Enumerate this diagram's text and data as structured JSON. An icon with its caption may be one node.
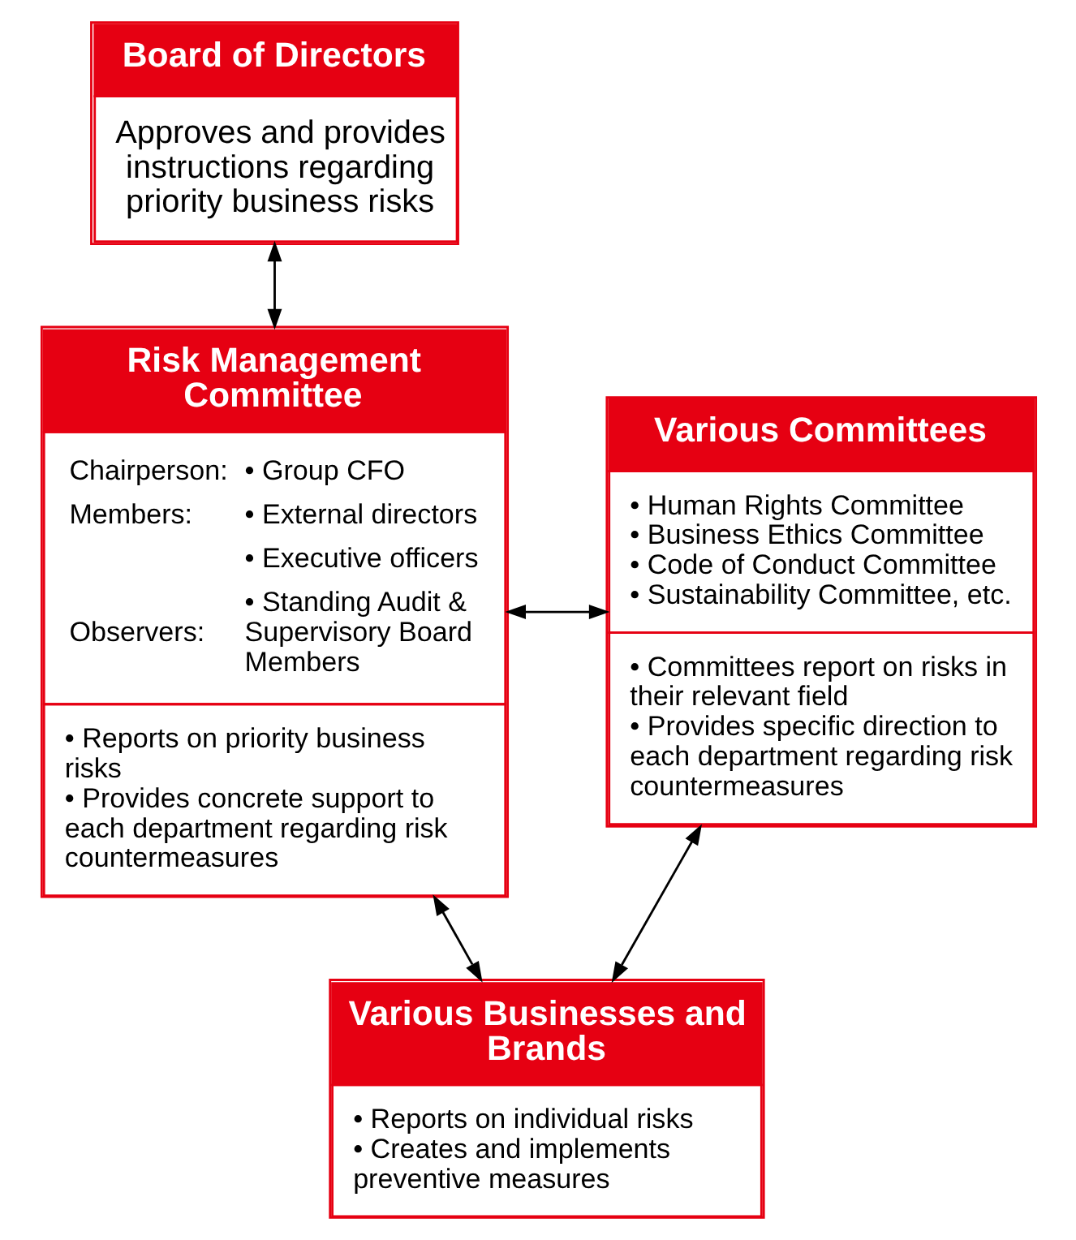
{
  "diagram": {
    "nodes": [
      {
        "text": [
          "Board of Directors",
          "Approves and provides instructions regarding priority business risks"
        ]
      },
      {
        "text": [
          "Risk Management Committee",
          "Chairperson:",
          "• Group CFO",
          "Members:",
          "• External directors",
          "• Executive officers",
          "Observers:",
          "• Standing Audit & Supervisory Board Members",
          "• Reports on priority business risks",
          "• Provides concrete support to each department regarding risk countermeasures"
        ]
      },
      {
        "text": [
          "Various Committees",
          "• Human Rights Committee",
          "• Business Ethics Committee",
          "• Code of Conduct Committee",
          "• Sustainability Committee, etc.",
          "• Committees report on risks in their relevant field",
          "• Provides specific direction to each department regarding risk countermeasures"
        ]
      },
      {
        "text": [
          "Various Businesses and Brands",
          "• Reports on individual risks",
          "• Creates and implements preventive measures"
        ]
      }
    ],
    "edges": [
      {
        "from": 0,
        "to": 1,
        "arrow": "both"
      },
      {
        "from": 1,
        "to": 2,
        "arrow": "both"
      },
      {
        "from": 1,
        "to": 3,
        "arrow": "both"
      },
      {
        "from": 3,
        "to": 2,
        "arrow": "both"
      }
    ]
  }
}
